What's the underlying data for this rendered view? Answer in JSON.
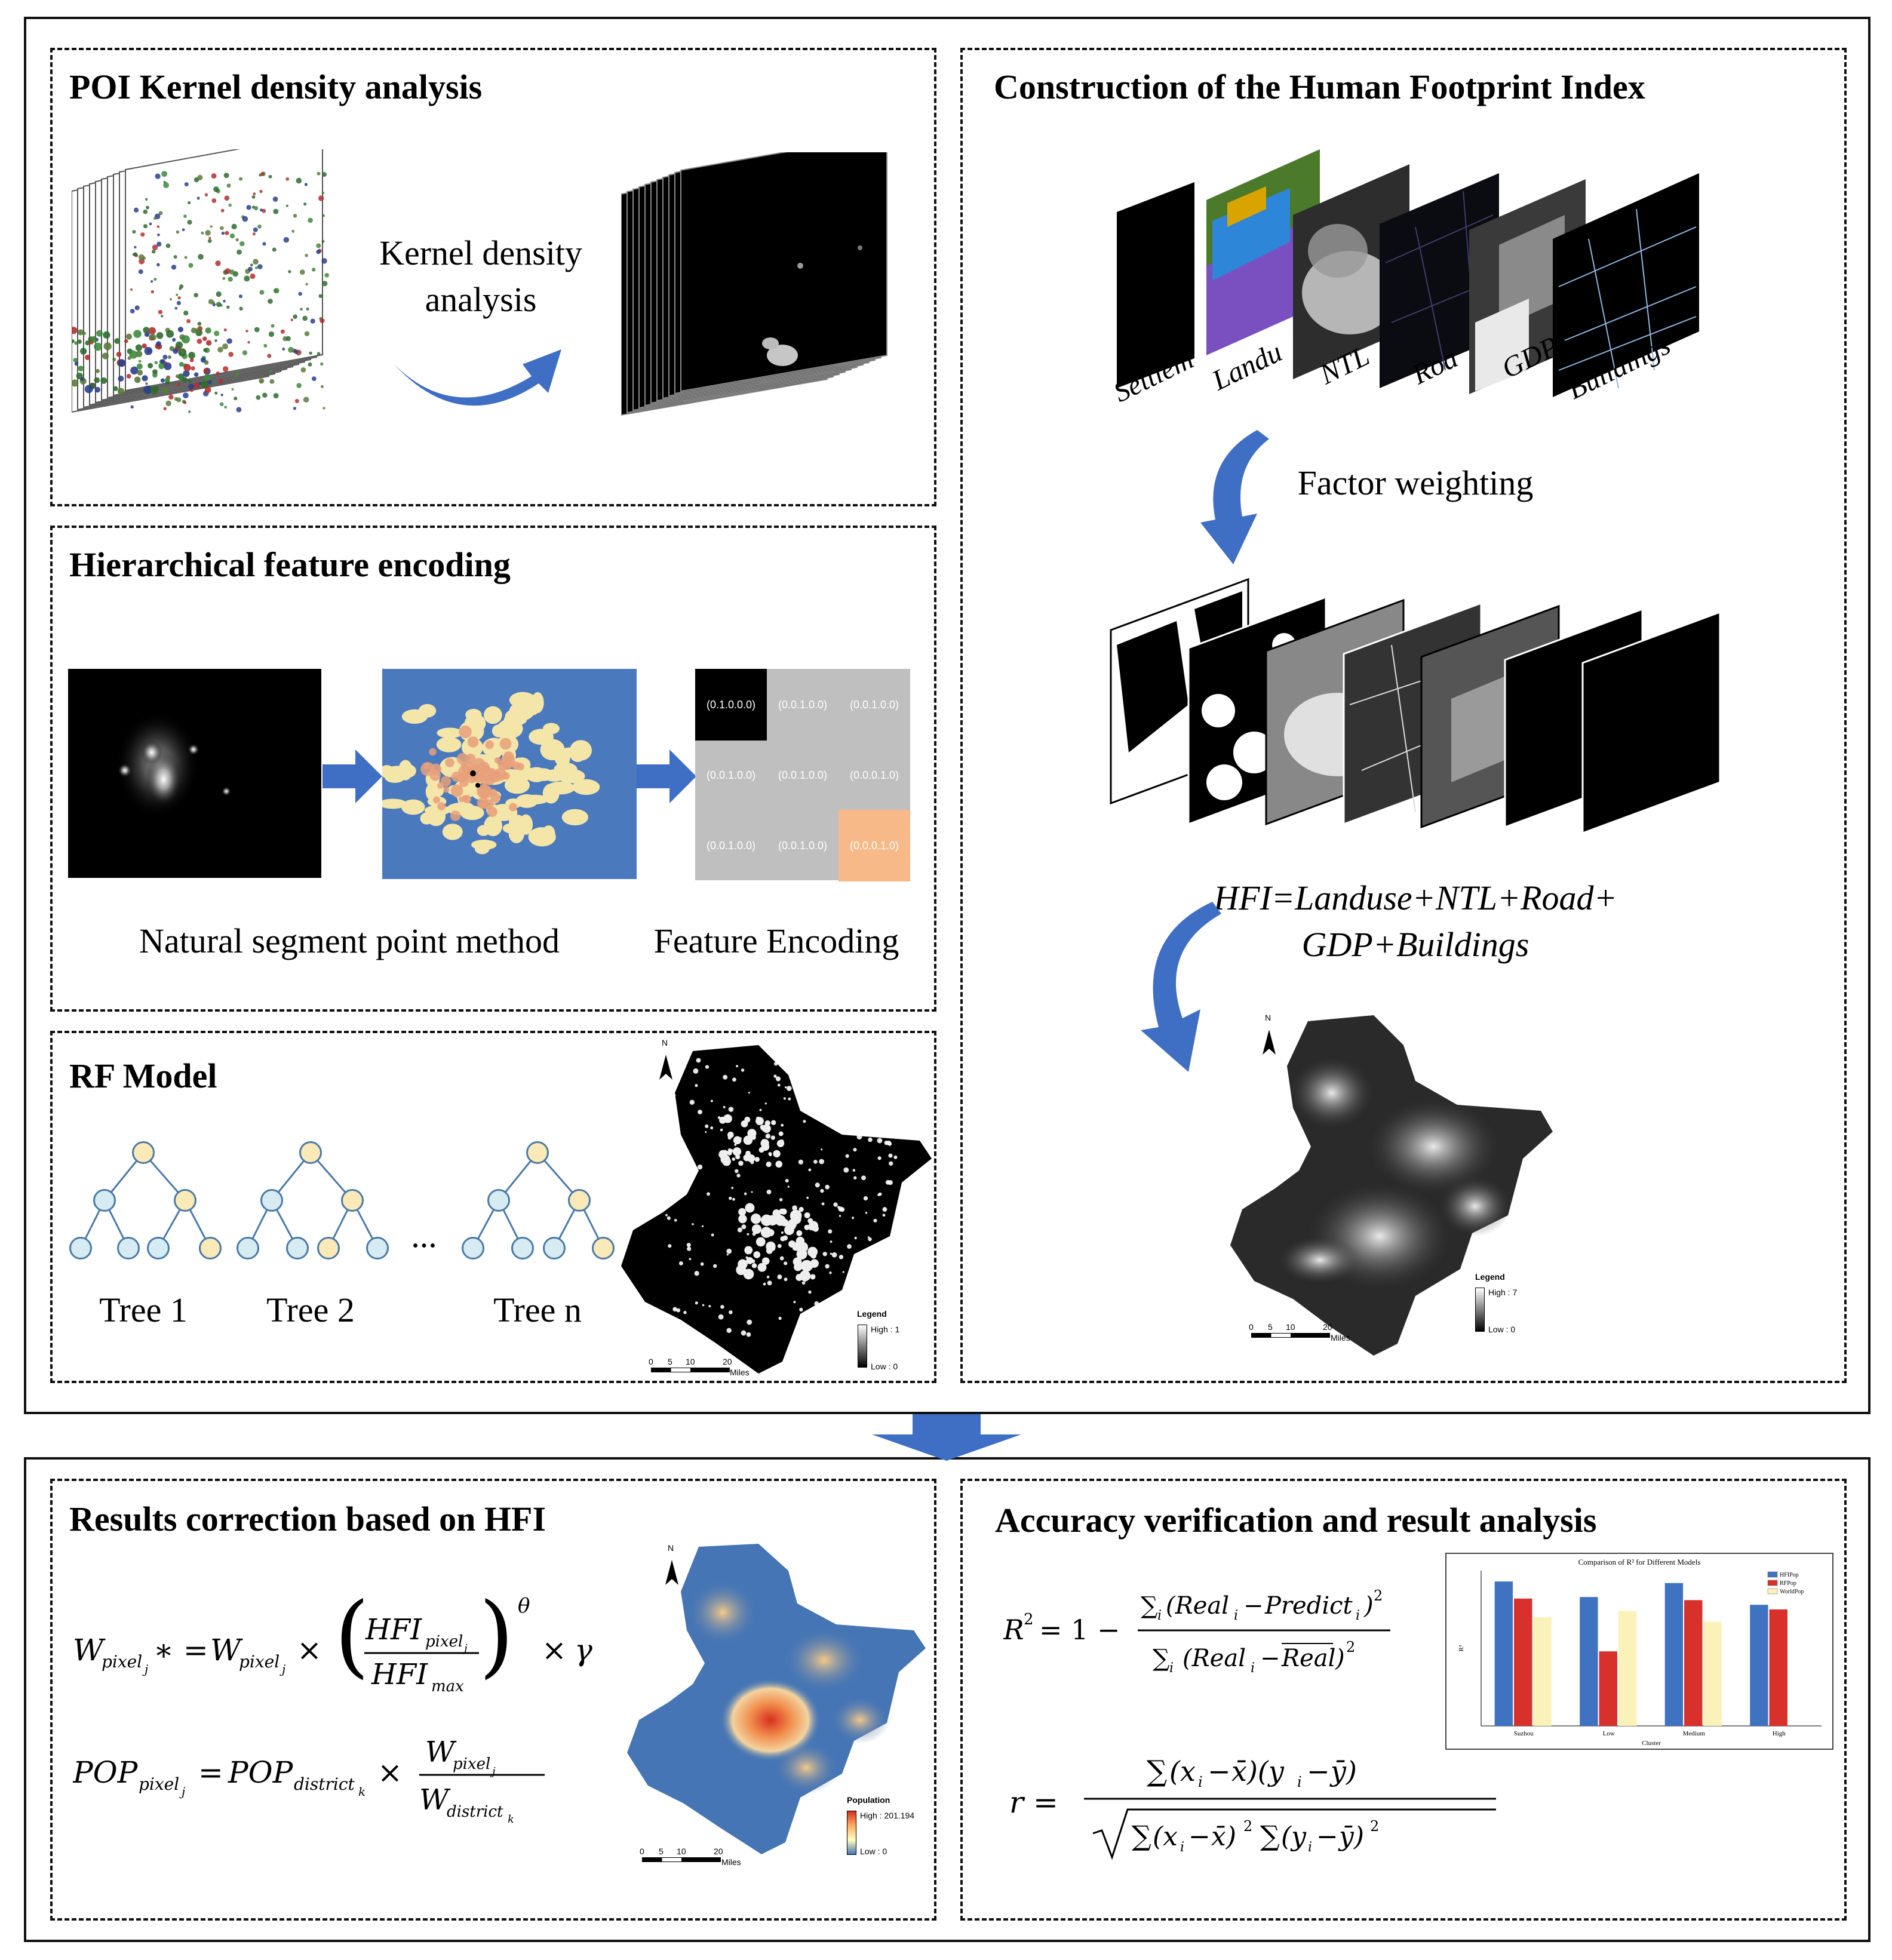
{
  "panels": {
    "poi": {
      "title": "POI Kernel density analysis",
      "arrow_label_line1": "Kernel density",
      "arrow_label_line2": "analysis"
    },
    "hfe": {
      "title": "Hierarchical feature encoding",
      "caption_left": "Natural segment point method",
      "caption_right": "Feature Encoding",
      "grid_cells": [
        "(0.1.0.0.0)",
        "(0.0.1.0.0)",
        "(0.0.1.0.0)",
        "(0.0.1.0.0)",
        "(0.0.1.0.0)",
        "(0.0.0.1.0)",
        "(0.0.1.0.0)",
        "(0.0.1.0.0)",
        "(0.0.0.1.0)"
      ]
    },
    "rf": {
      "title": "RF Model",
      "tree1": "Tree 1",
      "tree2": "Tree 2",
      "ellipsis": "...",
      "treen": "Tree n",
      "map_legend_title": "Legend",
      "map_legend_high": "High : 1",
      "map_legend_low": "Low : 0",
      "north": "N",
      "scale_ticks": [
        "0",
        "5",
        "10",
        "20"
      ],
      "scale_unit": "Miles"
    },
    "hfi": {
      "title": "Construction of the Human Footprint Index",
      "layers": [
        "Settlem",
        "Landu",
        "NTL",
        "Roa",
        "GDP",
        "Buildings"
      ],
      "factor_label": "Factor weighting",
      "formula_line1": "HFI=Landuse+NTL+Road+",
      "formula_line2": "GDP+Buildings",
      "map_legend_title": "Legend",
      "map_legend_high": "High : 7",
      "map_legend_low": "Low : 0",
      "north": "N",
      "scale_ticks": [
        "0",
        "5",
        "10",
        "20"
      ],
      "scale_unit": "Miles"
    },
    "correction": {
      "title": "Results correction based on HFI",
      "map_legend_title": "Population",
      "map_legend_high": "High : 201.194",
      "map_legend_low": "Low : 0",
      "north": "N",
      "scale_ticks": [
        "0",
        "5",
        "10",
        "20"
      ],
      "scale_unit": "Miles"
    },
    "accuracy": {
      "title": "Accuracy verification and result analysis"
    }
  },
  "chart_data": {
    "type": "bar",
    "title": "Comparison of R² for Different Models",
    "xlabel": "Cluster",
    "ylabel": "R²",
    "categories": [
      "Suzhou",
      "Low",
      "Medium",
      "High"
    ],
    "series": [
      {
        "name": "HFIPop",
        "color": "#3f73c1",
        "values": [
          0.93,
          0.83,
          0.92,
          0.78
        ]
      },
      {
        "name": "RFPop",
        "color": "#d8302b",
        "values": [
          0.82,
          0.48,
          0.81,
          0.75
        ]
      },
      {
        "name": "WorldPop",
        "color": "#fbf2b9",
        "values": [
          0.7,
          0.74,
          0.67,
          0.0
        ]
      }
    ],
    "ylim": [
      0,
      1
    ],
    "legend": "top-right"
  }
}
